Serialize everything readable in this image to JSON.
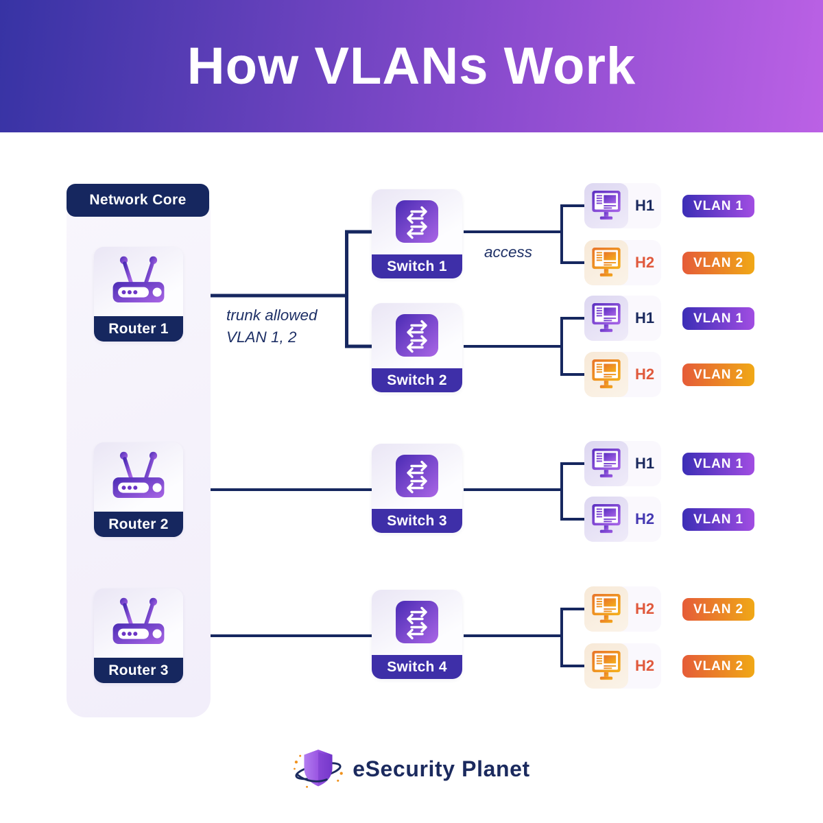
{
  "title": "How VLANs Work",
  "network_core": {
    "label": "Network Core"
  },
  "routers": [
    {
      "label": "Router 1"
    },
    {
      "label": "Router 2"
    },
    {
      "label": "Router 3"
    }
  ],
  "switches": [
    {
      "label": "Switch 1"
    },
    {
      "label": "Switch 2"
    },
    {
      "label": "Switch 3"
    },
    {
      "label": "Switch 4"
    }
  ],
  "annotations": {
    "trunk_label_line1": "trunk allowed",
    "trunk_label_line2": "VLAN 1, 2",
    "access_label": "access"
  },
  "host_rows": [
    {
      "host": "H1",
      "host_theme": "purple",
      "vlan": "VLAN 1",
      "vlan_theme": "purple"
    },
    {
      "host": "H2",
      "host_theme": "orange",
      "vlan": "VLAN 2",
      "vlan_theme": "orange"
    },
    {
      "host": "H1",
      "host_theme": "purple",
      "vlan": "VLAN 1",
      "vlan_theme": "purple"
    },
    {
      "host": "H2",
      "host_theme": "orange",
      "vlan": "VLAN 2",
      "vlan_theme": "orange"
    },
    {
      "host": "H1",
      "host_theme": "purple",
      "vlan": "VLAN 1",
      "vlan_theme": "purple"
    },
    {
      "host": "H2",
      "host_theme": "purple",
      "vlan": "VLAN 1",
      "vlan_theme": "purple"
    },
    {
      "host": "H2",
      "host_theme": "orange",
      "vlan": "VLAN 2",
      "vlan_theme": "orange"
    },
    {
      "host": "H2",
      "host_theme": "orange",
      "vlan": "VLAN 2",
      "vlan_theme": "orange"
    }
  ],
  "footer": {
    "brand": "eSecurity Planet"
  },
  "colors": {
    "header_gradient_start": "#3733a4",
    "header_gradient_end": "#bb61e5",
    "navy": "#16275f",
    "switch_label_bar": "#3e2fa8",
    "vlan1_start": "#3c2eb6",
    "vlan1_end": "#a14de2",
    "vlan2_start": "#e55c38",
    "vlan2_end": "#f0a816",
    "purple_icon_start": "#5b2fc0",
    "purple_icon_end": "#a864e8",
    "orange_icon_start": "#e8742a",
    "orange_icon_end": "#f5b01a",
    "h2_orange_text": "#e0593c",
    "annotation_text": "#1e3066"
  }
}
